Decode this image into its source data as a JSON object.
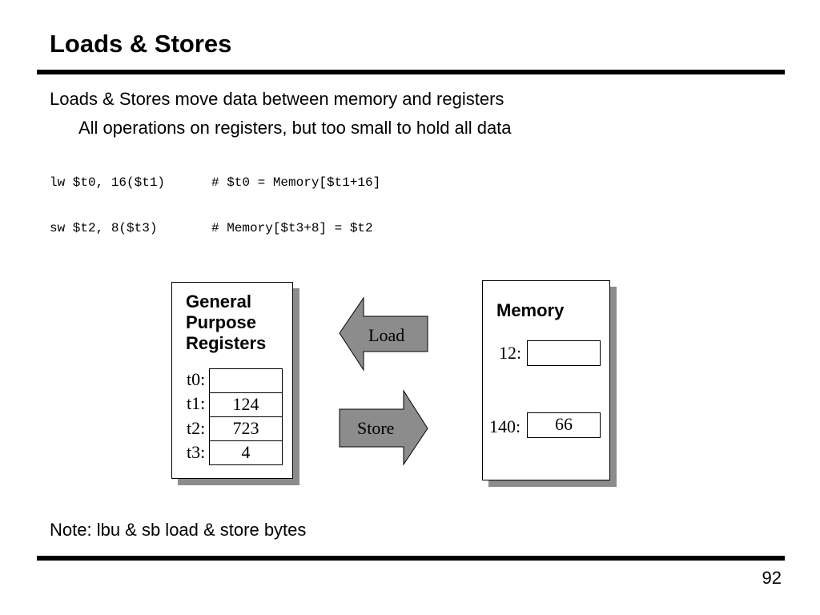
{
  "slide": {
    "title": "Loads & Stores",
    "bullets": [
      "Loads & Stores move data between memory and registers",
      "All operations on registers, but too small to hold all data"
    ],
    "code": [
      {
        "instr": "lw $t0, 16($t1)",
        "comment": "# $t0 = Memory[$t1+16]"
      },
      {
        "instr": "sw $t2, 8($t3)",
        "comment": "# Memory[$t3+8] = $t2"
      }
    ],
    "note": "Note: lbu & sb load & store bytes",
    "page_number": "92"
  },
  "diagram": {
    "registers": {
      "title": "General Purpose Registers",
      "rows": [
        {
          "label": "t0:",
          "value": ""
        },
        {
          "label": "t1:",
          "value": "124"
        },
        {
          "label": "t2:",
          "value": "723"
        },
        {
          "label": "t3:",
          "value": "4"
        }
      ]
    },
    "memory": {
      "title": "Memory",
      "rows": [
        {
          "label": "12:",
          "value": ""
        },
        {
          "label": "140:",
          "value": "66"
        }
      ]
    },
    "arrows": {
      "load": "Load",
      "store": "Store"
    }
  },
  "colors": {
    "shadow": "#8c8c8c",
    "arrow_fill": "#8c8c8c",
    "rule": "#000000"
  }
}
